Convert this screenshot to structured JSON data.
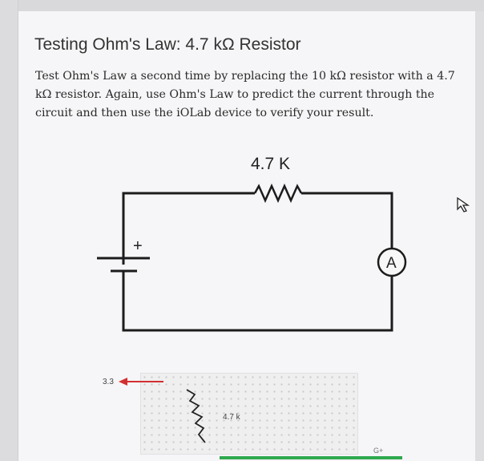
{
  "page": {
    "title": "Testing Ohm's Law: 4.7 kΩ  Resistor",
    "description": "Test Ohm's Law a second time by replacing the 10 kΩ resistor with a 4.7 kΩ resistor. Again, use Ohm's Law to predict the current through the circuit and then use the iOLab device to verify your result."
  },
  "circuit": {
    "resistor_label": "4.7 K",
    "ammeter_label": "A",
    "battery_plus": "+"
  },
  "breadboard": {
    "voltage_label": "3.3",
    "resistor_label": "4.7 k",
    "corner_label": "G+"
  },
  "colors": {
    "wire": "#1c1c1c",
    "pointer_arrow": "#d32f2f",
    "green_bar": "#2fa84f"
  },
  "icons": [
    "cursor-arrow-icon",
    "red-pointer-arrow-icon",
    "resistor-symbol-icon",
    "battery-symbol-icon",
    "ammeter-icon"
  ]
}
